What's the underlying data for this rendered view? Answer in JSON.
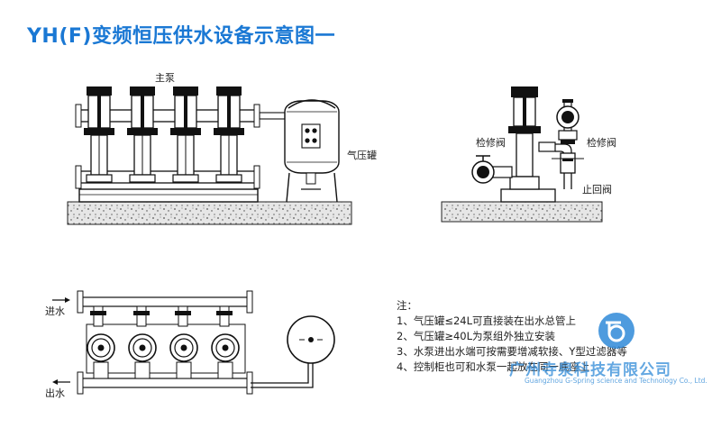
{
  "title": "YH(F)变频恒压供水设备示意图一",
  "labels": {
    "main_pump": "主泵",
    "pressure_tank": "气压罐",
    "inspection_valve_left": "检修阀",
    "inspection_valve_right": "检修阀",
    "check_valve": "止回阀",
    "water_in": "进水",
    "water_out": "出水"
  },
  "notes": {
    "heading": "注：",
    "items": [
      "1、气压罐≤24L可直接装在出水总管上",
      "2、气压罐≥40L为泵组外独立安装",
      "3、水泵进出水端可按需要增减软接、Y型过滤器等",
      "4、控制柜也可和水泵一起放在同一底座上"
    ]
  },
  "company": {
    "name_cn": "广州寺泉科技有限公司",
    "name_en": "Guangzhou G-Spring science and Technology Co., Ltd."
  },
  "colors": {
    "title": "#1a78d4",
    "logo": "#2f8ad8",
    "line": "#111111"
  },
  "icons": {
    "logo": "company-logo-icon"
  }
}
